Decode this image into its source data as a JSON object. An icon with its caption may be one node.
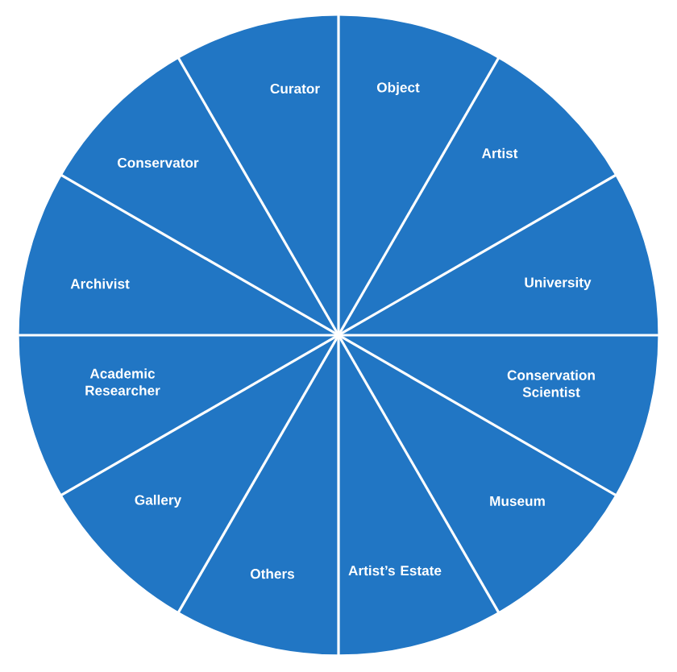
{
  "diagram": {
    "nodes": [
      {
        "text": [
          "Curator"
        ]
      },
      {
        "text": [
          "Object"
        ]
      },
      {
        "text": [
          "Conservator"
        ]
      },
      {
        "text": [
          "Artist"
        ]
      },
      {
        "text": [
          "Archivist"
        ]
      },
      {
        "text": [
          "University"
        ]
      },
      {
        "text": [
          "Academic Researcher"
        ]
      },
      {
        "text": [
          "Conservation Scientist"
        ]
      },
      {
        "text": [
          "Gallery"
        ]
      },
      {
        "text": [
          "Museum"
        ]
      },
      {
        "text": [
          "Others"
        ]
      },
      {
        "text": [
          "Artist’s Estate"
        ]
      }
    ]
  }
}
